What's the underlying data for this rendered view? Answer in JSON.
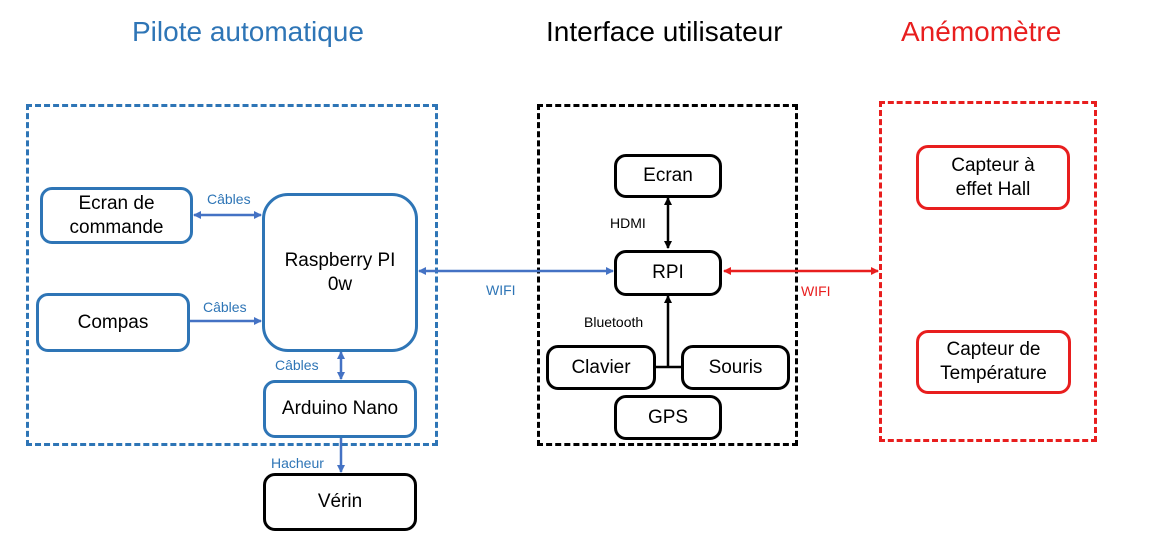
{
  "colors": {
    "blue": "#2E75B6",
    "link_blue": "#4472C4",
    "black": "#000000",
    "red": "#E81E1E"
  },
  "sections": {
    "pilote": {
      "title": "Pilote automatique"
    },
    "interface": {
      "title": "Interface utilisateur"
    },
    "anemometre": {
      "title": "Anémomètre"
    }
  },
  "nodes": {
    "ecran_commande": "Ecran de\ncommande",
    "compas": "Compas",
    "raspberry": "Raspberry PI\n0w",
    "arduino": "Arduino Nano",
    "verin": "Vérin",
    "ecran": "Ecran",
    "rpi": "RPI",
    "clavier": "Clavier",
    "souris": "Souris",
    "gps": "GPS",
    "capteur_hall": "Capteur à\neffet Hall",
    "capteur_temp": "Capteur de\nTempérature"
  },
  "links": {
    "cables_ecran": "Câbles",
    "cables_compas": "Câbles",
    "cables_arduino": "Câbles",
    "hacheur": "Hacheur",
    "wifi_blue": "WIFI",
    "wifi_red": "WIFI",
    "hdmi": "HDMI",
    "bluetooth": "Bluetooth"
  }
}
